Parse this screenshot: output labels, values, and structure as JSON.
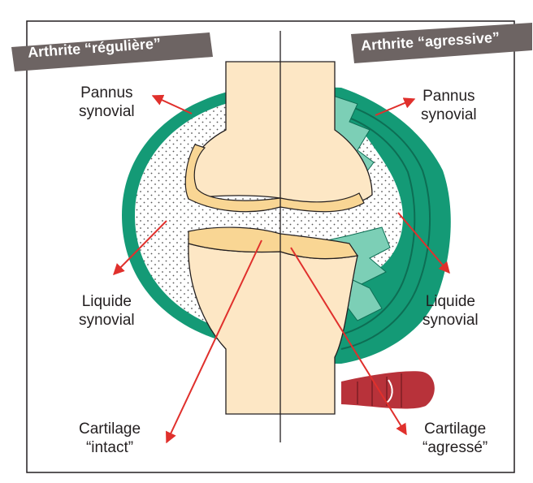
{
  "banners": {
    "left": "Arthrite “régulière”",
    "right": "Arthrite “agressive”"
  },
  "labels": {
    "pannus_left": [
      "Pannus",
      "synovial"
    ],
    "pannus_right": [
      "Pannus",
      "synovial"
    ],
    "liquide_left": [
      "Liquide",
      "synovial"
    ],
    "liquide_right": [
      "Liquide",
      "synovial"
    ],
    "cartilage_left": [
      "Cartilage",
      "“intact”"
    ],
    "cartilage_right": [
      "Cartilage",
      "“agressé”"
    ]
  },
  "colors": {
    "frame": "#231f20",
    "banner": "#6d6463",
    "bone": "#fde7c5",
    "cartilage": "#f9d694",
    "synovium": "#149a76",
    "synovium_light": "#7ccfb6",
    "arrow": "#e0302c",
    "muscle": "#b8323a"
  }
}
